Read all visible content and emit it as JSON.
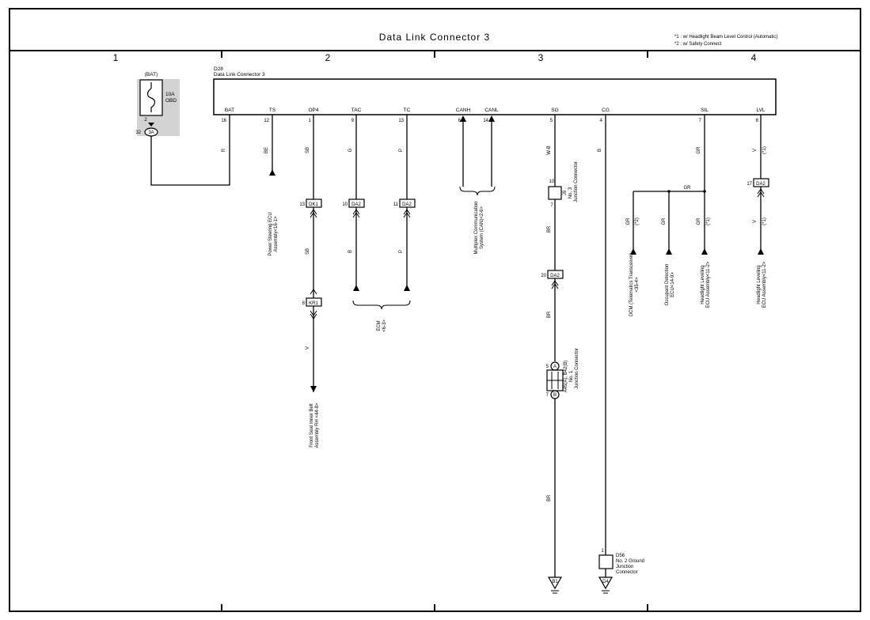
{
  "title": "Data Link Connector 3",
  "notes": [
    "*1 : w/ Headlight Beam Level Control (Automatic)",
    "*2 : w/ Safety Connect"
  ],
  "zones": [
    "1",
    "2",
    "3",
    "4"
  ],
  "fuse": {
    "top": "(BAT)",
    "rating": "10A",
    "name": "OBD",
    "pin_bottom": "2",
    "conn_num": "32",
    "conn": "3A"
  },
  "main_connector": {
    "code": "D28",
    "name": "Data Link Connector 3"
  },
  "pins": [
    {
      "name": "BAT",
      "num": "16"
    },
    {
      "name": "TS",
      "num": "12"
    },
    {
      "name": "OP4",
      "num": "1"
    },
    {
      "name": "TAC",
      "num": "9"
    },
    {
      "name": "TC",
      "num": "13"
    },
    {
      "name": "CANH",
      "num": "6"
    },
    {
      "name": "CANL",
      "num": "14"
    },
    {
      "name": "SG",
      "num": "5"
    },
    {
      "name": "CG",
      "num": "4"
    },
    {
      "name": "SIL",
      "num": "7"
    },
    {
      "name": "LVL",
      "num": "8"
    }
  ],
  "wires": {
    "bat": "R",
    "ts": "BE",
    "op4_a": "SB",
    "op4_b": "SB",
    "op4_c": "V",
    "tac_a": "G",
    "tac_b": "B",
    "tc_a": "P",
    "tc_b": "P",
    "sg_a": "W-B",
    "sg_b": "BR",
    "sg_c": "BR",
    "sg_d": "BR",
    "cg": "B",
    "sil": "GR",
    "sil_h": "GR",
    "br1": "GR",
    "br1_star": "(*2)",
    "br2": "GR",
    "br3": "GR",
    "br3_star": "(*1)",
    "lvl_a": "V",
    "lvl_a_star": "(*1)",
    "lvl_b": "V",
    "lvl_b_star": "(*1)"
  },
  "inline_connectors": [
    {
      "pin": "13",
      "code": "DK1"
    },
    {
      "pin": "10",
      "code": "DA2"
    },
    {
      "pin": "11",
      "code": "DA2"
    },
    {
      "pin": "8",
      "code": "KR1"
    },
    {
      "pin": "20",
      "code": "DA2"
    },
    {
      "pin": "17",
      "code": "DA2"
    }
  ],
  "junctions": {
    "j9": {
      "pin_top": "10",
      "pin_bottom": "7",
      "code": "J9",
      "label": "No. 3",
      "label2": "Junction Connector"
    },
    "a45": {
      "pin_top": "5",
      "pin_bottom": "7",
      "conn_a": "A",
      "conn_b": "B",
      "code": "A45(A), B42(B)",
      "label": "No. 1",
      "label2": "Junction Connector"
    },
    "d56": {
      "pin": "1",
      "code": "D56",
      "label": "No. 2 Ground",
      "label2": "Junction",
      "label3": "Connector"
    }
  },
  "grounds": [
    "B1",
    "D4"
  ],
  "destinations": {
    "ts": [
      "Power Steering ECU",
      "Assembly<16-1>"
    ],
    "op4": [
      "Front Seat Inner Belt",
      "Assembly RH <44-8>"
    ],
    "ecm": [
      "ECM",
      "<6-3>"
    ],
    "can": [
      "Multiplex Communication",
      "System (CAN)<2-6>"
    ],
    "dcm": [
      "DCM (Telematics Transceiver)",
      "<35-4>"
    ],
    "occ": [
      "Occupant Detection",
      "ECU<14-9>"
    ],
    "hl1": [
      "Headlight Leveling",
      "ECU Assembly<11-2>"
    ],
    "hl2": [
      "Headlight Leveling",
      "ECU Assembly<11-2>"
    ]
  }
}
